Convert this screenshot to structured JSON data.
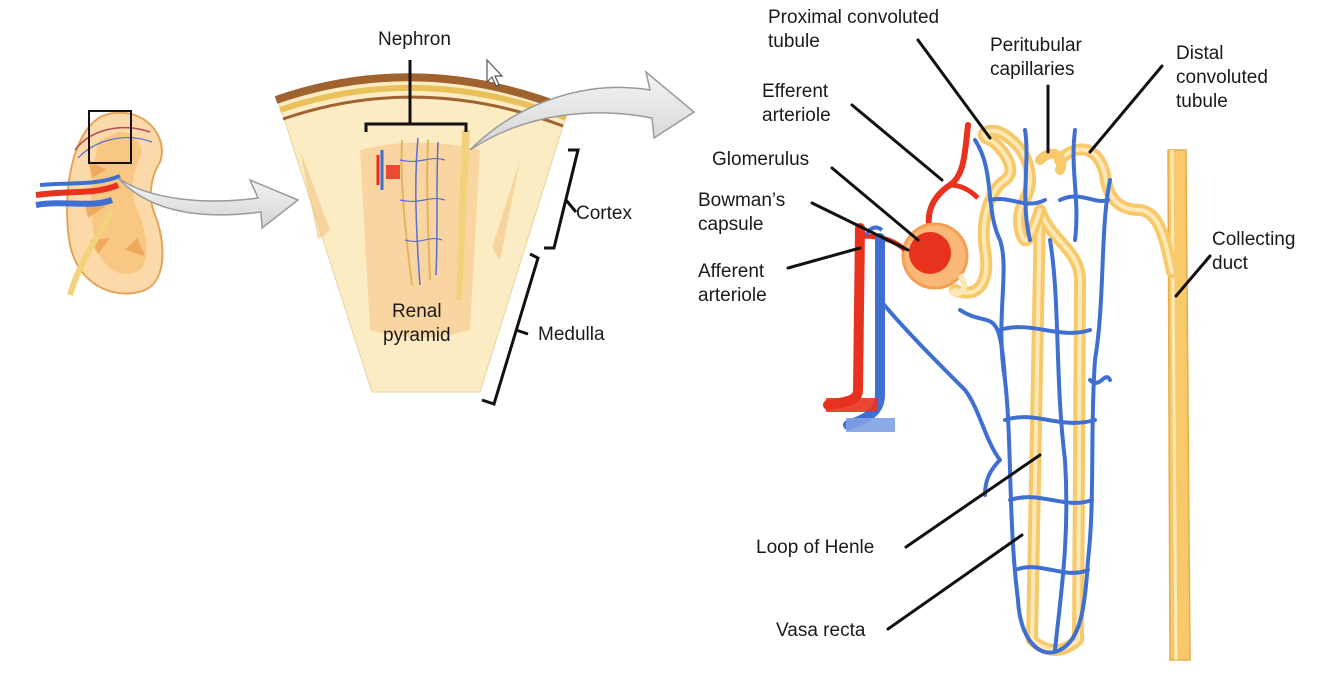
{
  "labels": {
    "nephron": "Nephron",
    "cortex": "Cortex",
    "medulla": "Medulla",
    "renal_pyramid": [
      "Renal",
      "pyramid"
    ],
    "proximal_tubule": [
      "Proximal convoluted",
      "tubule"
    ],
    "efferent_arteriole": [
      "Efferent",
      "arteriole"
    ],
    "glomerulus": "Glomerulus",
    "bowmans_capsule": [
      "Bowman’s",
      "capsule"
    ],
    "afferent_arteriole": [
      "Afferent",
      "arteriole"
    ],
    "peritubular_capillaries": [
      "Peritubular",
      "capillaries"
    ],
    "distal_tubule": [
      "Distal",
      "convoluted",
      "tubule"
    ],
    "collecting_duct": [
      "Collecting",
      "duct"
    ],
    "loop_of_henle": "Loop of Henle",
    "vasa_recta": "Vasa recta"
  },
  "colors": {
    "artery": "#e8321e",
    "vein": "#3f6fd0",
    "tubule": "#f7c96a",
    "tubule_light": "#fde9b8",
    "tissue": "#fbe6bd",
    "cortex_band": "#a0622e",
    "arrow": "#e8e8e8"
  }
}
